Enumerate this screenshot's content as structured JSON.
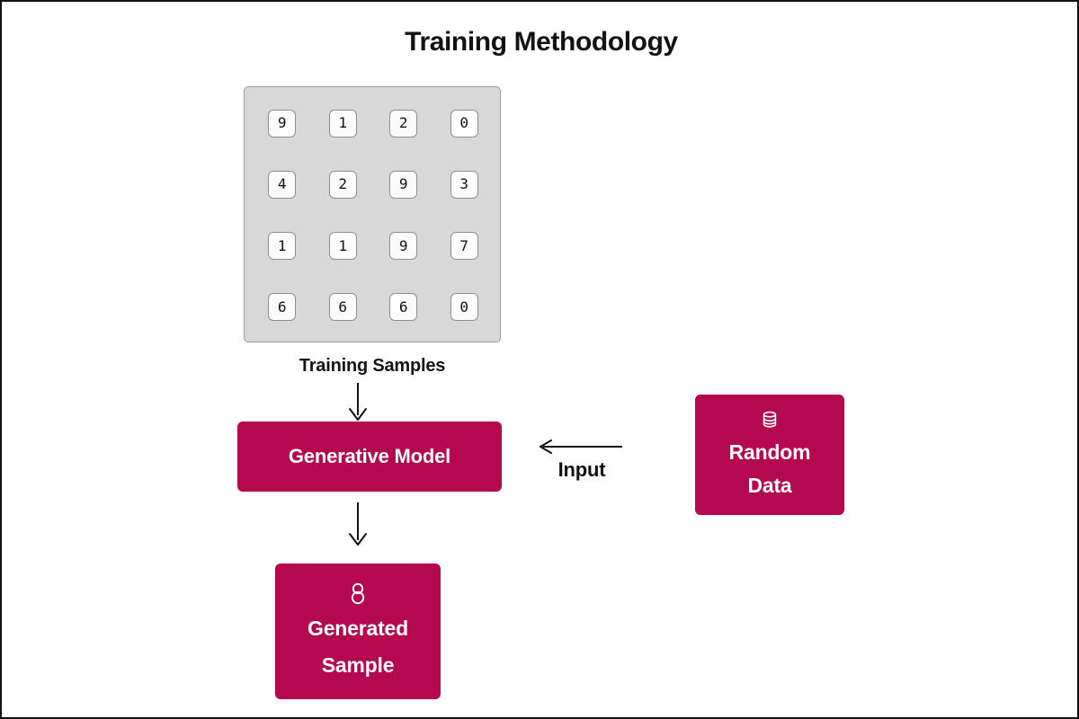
{
  "page": {
    "title": "Training Methodology",
    "background_color": "#ffffff",
    "border_color": "#111111"
  },
  "colors": {
    "accent": "#b5094f",
    "panel_fill": "#d8d8d8",
    "panel_border": "#9b9b9b",
    "cell_fill": "#fcfcfc",
    "cell_border": "#8f8f8f",
    "text": "#121212",
    "on_accent_text": "#ffffff"
  },
  "training_samples": {
    "caption": "Training Samples",
    "rows": [
      [
        "9",
        "1",
        "2",
        "0"
      ],
      [
        "4",
        "2",
        "9",
        "3"
      ],
      [
        "1",
        "1",
        "9",
        "7"
      ],
      [
        "6",
        "6",
        "6",
        "0"
      ]
    ]
  },
  "nodes": {
    "generative_model": {
      "label": "Generative Model"
    },
    "random_data": {
      "icon": "database-icon",
      "icon_glyph": "☰",
      "line1": "Random",
      "line2": "Data"
    },
    "generated_sample": {
      "icon": "digit-eight-icon",
      "icon_glyph": "8",
      "line1": "Generated",
      "line2": "Sample"
    }
  },
  "edges": {
    "samples_to_model": {
      "label": "",
      "direction": "down"
    },
    "model_to_sample": {
      "label": "",
      "direction": "down"
    },
    "random_to_model": {
      "label": "Input",
      "direction": "left"
    }
  }
}
